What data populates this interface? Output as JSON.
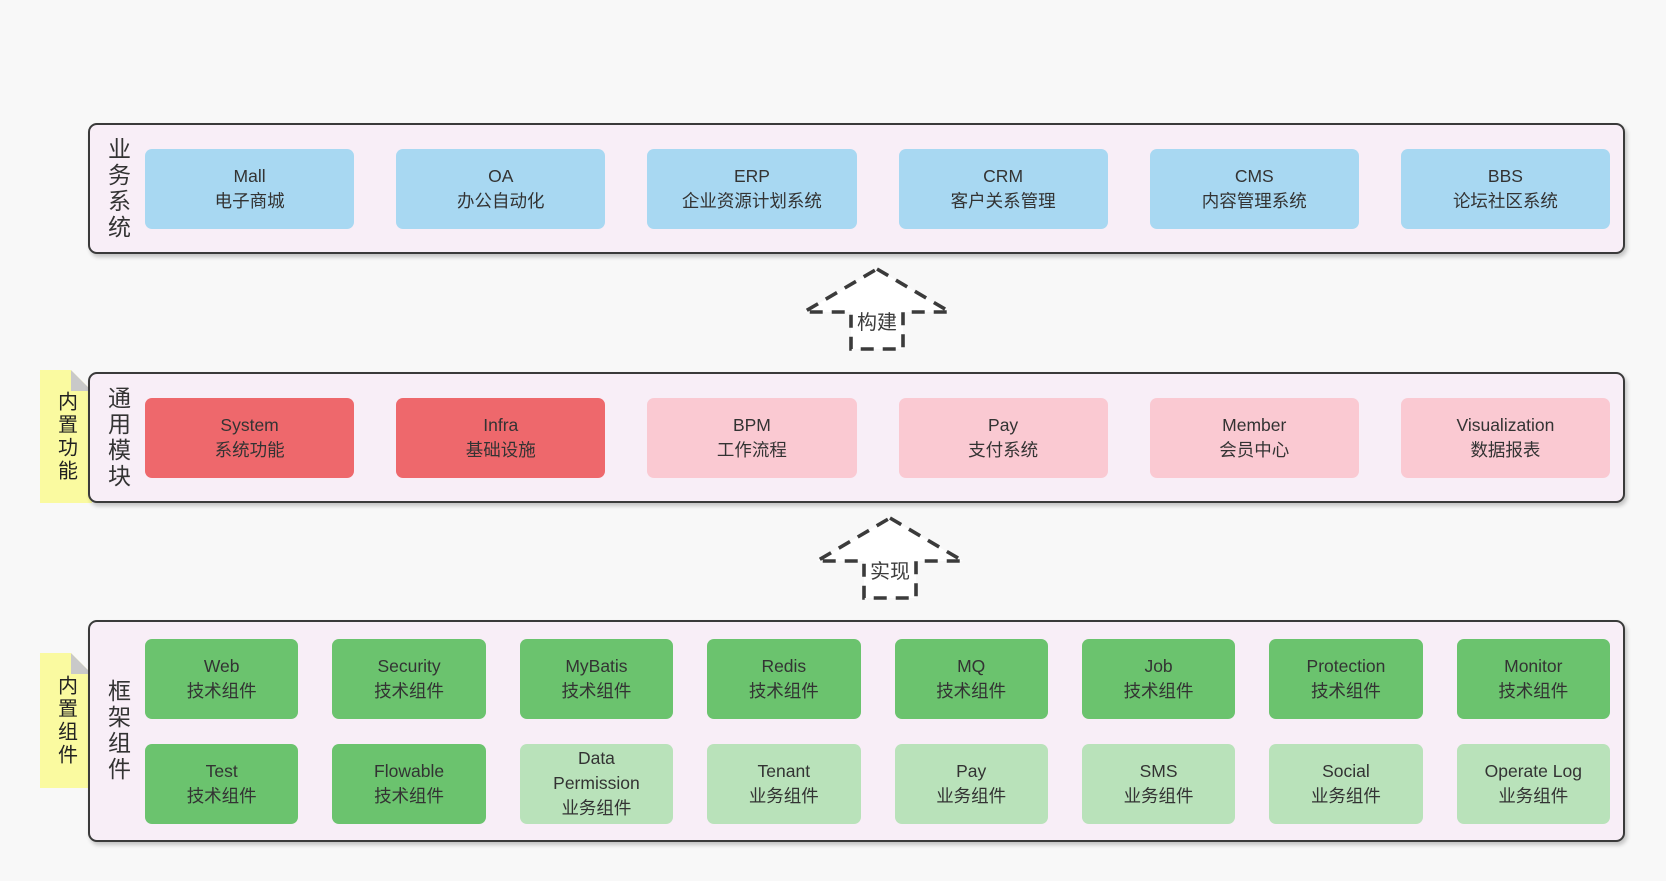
{
  "colors": {
    "page_bg": "#f8f8f8",
    "container_bg": "#f8eef7",
    "container_border": "#3a3a3a",
    "text": "#333333",
    "blue": "#a8d8f2",
    "red": "#ee686c",
    "pink": "#fac9d2",
    "green": "#6bc36e",
    "light_green": "#b9e2ba",
    "sticky_yellow": "#fafaa0",
    "sticky_fold": "#c9c9c9",
    "arrow_stroke": "#3b3b3b"
  },
  "business": {
    "label": "业务系统",
    "boxes": [
      {
        "name": "Mall",
        "desc": "电子商城"
      },
      {
        "name": "OA",
        "desc": "办公自动化"
      },
      {
        "name": "ERP",
        "desc": "企业资源计划系统"
      },
      {
        "name": "CRM",
        "desc": "客户关系管理"
      },
      {
        "name": "CMS",
        "desc": "内容管理系统"
      },
      {
        "name": "BBS",
        "desc": "论坛社区系统"
      }
    ]
  },
  "arrows": {
    "build": "构建",
    "implement": "实现"
  },
  "modules": {
    "label": "通用模块",
    "sticky": "内置功能",
    "boxes": [
      {
        "name": "System",
        "desc": "系统功能"
      },
      {
        "name": "Infra",
        "desc": "基础设施"
      },
      {
        "name": "BPM",
        "desc": "工作流程"
      },
      {
        "name": "Pay",
        "desc": "支付系统"
      },
      {
        "name": "Member",
        "desc": "会员中心"
      },
      {
        "name": "Visualization",
        "desc": "数据报表"
      }
    ]
  },
  "components": {
    "label": "框架组件",
    "sticky": "内置组件",
    "row1": [
      {
        "name": "Web",
        "desc": "技术组件"
      },
      {
        "name": "Security",
        "desc": "技术组件"
      },
      {
        "name": "MyBatis",
        "desc": "技术组件"
      },
      {
        "name": "Redis",
        "desc": "技术组件"
      },
      {
        "name": "MQ",
        "desc": "技术组件"
      },
      {
        "name": "Job",
        "desc": "技术组件"
      },
      {
        "name": "Protection",
        "desc": "技术组件"
      },
      {
        "name": "Monitor",
        "desc": "技术组件"
      }
    ],
    "row2": [
      {
        "name": "Test",
        "desc": "技术组件"
      },
      {
        "name": "Flowable",
        "desc": "技术组件"
      },
      {
        "name": "Data\nPermission",
        "desc": "业务组件"
      },
      {
        "name": "Tenant",
        "desc": "业务组件"
      },
      {
        "name": "Pay",
        "desc": "业务组件"
      },
      {
        "name": "SMS",
        "desc": "业务组件"
      },
      {
        "name": "Social",
        "desc": "业务组件"
      },
      {
        "name": "Operate Log",
        "desc": "业务组件"
      }
    ]
  }
}
